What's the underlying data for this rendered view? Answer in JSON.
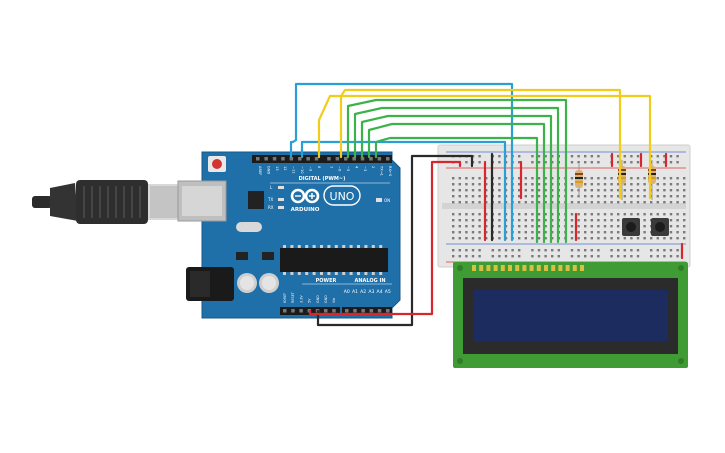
{
  "arduino": {
    "brand": "ARDUINO",
    "model": "UNO",
    "digital_label": "DIGITAL (PWM~)",
    "analog_label": "ANALOG IN",
    "power_label": "POWER",
    "on_label": "ON",
    "tx_label": "TX",
    "rx_label": "RX",
    "l_label": "L",
    "digital_pins": [
      "AREF",
      "GND",
      "13",
      "12",
      "~11",
      "~10",
      "~9",
      "8",
      "7",
      "~6",
      "~5",
      "4",
      "~3",
      "2",
      "TX→1",
      "RX←0"
    ],
    "power_pins": [
      "IOREF",
      "RESET",
      "3.3V",
      "5V",
      "GND",
      "GND",
      "Vin"
    ],
    "analog_pins": [
      "A0",
      "A1",
      "A2",
      "A3",
      "A4",
      "A5"
    ]
  },
  "colors": {
    "board": "#1f6fa8",
    "board_edge": "#17598a",
    "breadboard": "#e6e6e6",
    "lcd_pcb": "#3f9c35",
    "lcd_screen": "#1d2c5e",
    "wire_blue": "#2a9fd6",
    "wire_yellow": "#f2cc1a",
    "wire_green": "#3cb34a",
    "wire_red": "#d8262d",
    "wire_black": "#2a2a2a"
  },
  "icons": [
    "usb-cable-icon",
    "infinity-logo-icon",
    "reset-button-icon"
  ]
}
